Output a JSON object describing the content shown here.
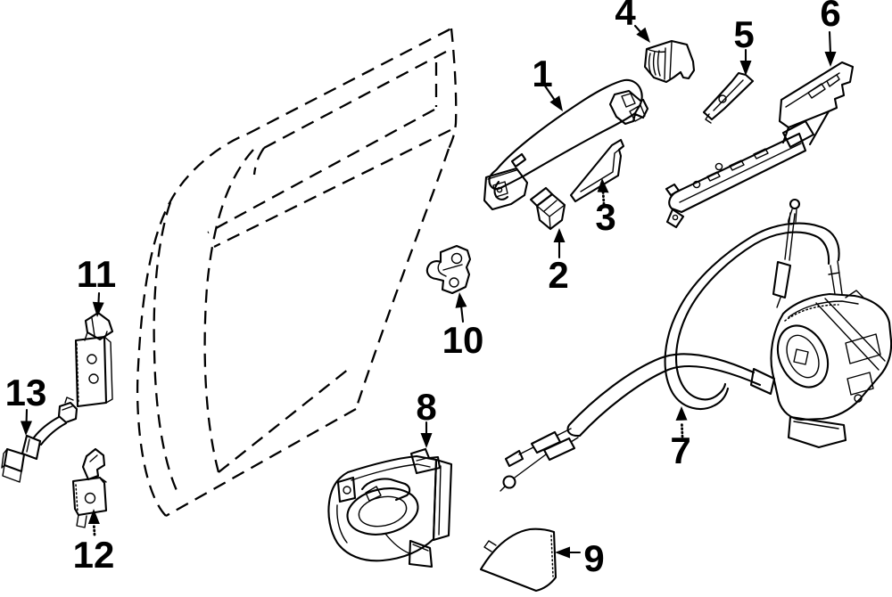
{
  "figure": {
    "description": "Exploded black line-art parts diagram of a rear door: lock and hardware components with dashed door outline",
    "background_color": "#ffffff",
    "line_color": "#000000",
    "style": "technical illustration, dashed door silhouette, numbered arrow callouts"
  },
  "callouts": [
    {
      "number": "1",
      "part": "outside-door-handle"
    },
    {
      "number": "2",
      "part": "handle-mounting-clip"
    },
    {
      "number": "3",
      "part": "handle-gasket"
    },
    {
      "number": "4",
      "part": "handle-escutcheon-cap"
    },
    {
      "number": "5",
      "part": "handle-rear-gasket"
    },
    {
      "number": "6",
      "part": "handle-reinforcement-bracket"
    },
    {
      "number": "7",
      "part": "door-lock-actuator-assembly"
    },
    {
      "number": "8",
      "part": "inside-door-handle"
    },
    {
      "number": "9",
      "part": "inside-handle-bezel-cover"
    },
    {
      "number": "10",
      "part": "door-lock-striker"
    },
    {
      "number": "11",
      "part": "upper-door-hinge"
    },
    {
      "number": "12",
      "part": "lower-door-hinge"
    },
    {
      "number": "13",
      "part": "door-check-strap"
    }
  ]
}
